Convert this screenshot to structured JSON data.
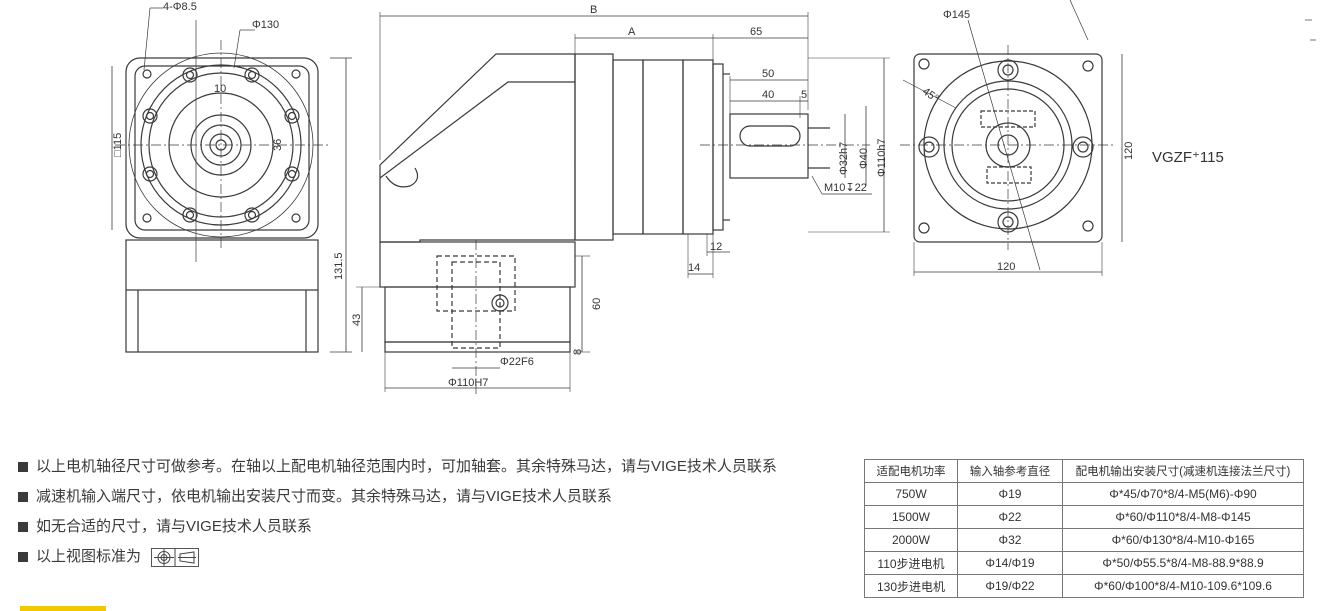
{
  "dims": {
    "hole": "4-Φ8.5",
    "pcd_left": "Φ130",
    "square": "□115",
    "key_w": "10",
    "key_h": "36",
    "height": "131.5",
    "B": "B",
    "A": "A",
    "d65": "65",
    "d50": "50",
    "d40": "40",
    "d5": "5",
    "shaft": "Φ32h7",
    "d40b": "Φ40",
    "pilot": "Φ110h7",
    "thread": "M10↧22",
    "d12": "12",
    "d14": "14",
    "d60": "60",
    "d43": "43",
    "d8": "8",
    "bore": "Φ22F6",
    "pilot_in": "Φ110H7",
    "pcd_right": "Φ145",
    "angle": "45°",
    "d120v": "120",
    "d120h": "120",
    "model": "VGZF⁺115"
  },
  "notes": [
    "以上电机轴径尺寸可做参考。在轴以上配电机轴径范围内时，可加轴套。其余特殊马达，请与VIGE技术人员联系",
    "减速机输入端尺寸，依电机输出安装尺寸而变。其余特殊马达，请与VIGE技术人员联系",
    "如无合适的尺寸，请与VIGE技术人员联系",
    "以上视图标准为"
  ],
  "table": {
    "headers": [
      "适配电机功率",
      "输入轴参考直径",
      "配电机输出安装尺寸(减速机连接法兰尺寸)"
    ],
    "rows": [
      [
        "750W",
        "Φ19",
        "Φ*45/Φ70*8/4-M5(M6)-Φ90"
      ],
      [
        "1500W",
        "Φ22",
        "Φ*60/Φ110*8/4-M8-Φ145"
      ],
      [
        "2000W",
        "Φ32",
        "Φ*60/Φ130*8/4-M10-Φ165"
      ],
      [
        "110步进电机",
        "Φ14/Φ19",
        "Φ*50/Φ55.5*8/4-M8-88.9*88.9"
      ],
      [
        "130步进电机",
        "Φ19/Φ22",
        "Φ*60/Φ100*8/4-M10-109.6*109.6"
      ]
    ]
  },
  "colors": {
    "line": "#3a3a3a",
    "accent_bar": "#f2c800"
  }
}
